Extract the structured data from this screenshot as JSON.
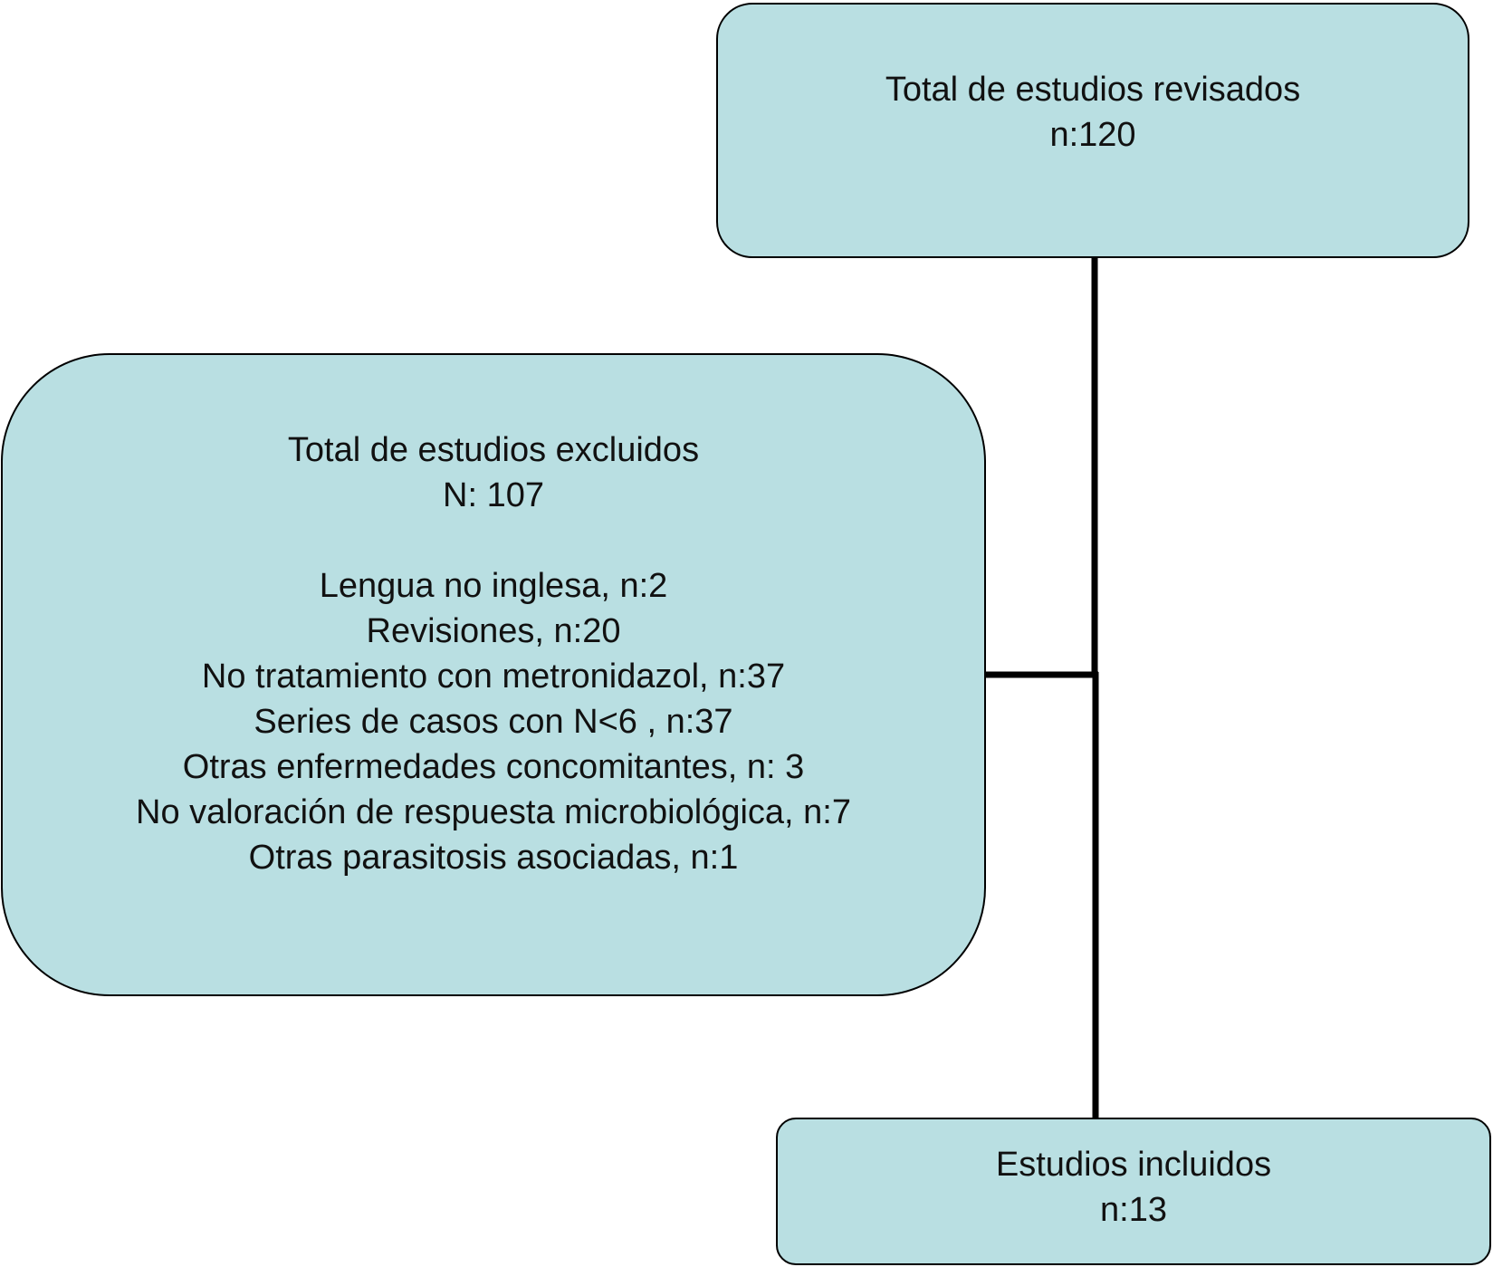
{
  "colors": {
    "box_fill": "#b9dfe2",
    "line": "#000000"
  },
  "boxes": {
    "reviewed": {
      "line1": "Total de estudios revisados",
      "line2": "n:120"
    },
    "excluded": {
      "title": "Total de estudios excluidos",
      "count": "N: 107",
      "reasons": [
        "Lengua no inglesa, n:2",
        "Revisiones, n:20",
        "No tratamiento con metronidazol, n:37",
        "Series de casos con N<6 , n:37",
        "Otras enfermedades concomitantes, n: 3",
        "No valoración de respuesta microbiológica, n:7",
        "Otras parasitosis asociadas, n:1"
      ]
    },
    "included": {
      "line1": "Estudios incluidos",
      "line2": "n:13"
    }
  }
}
